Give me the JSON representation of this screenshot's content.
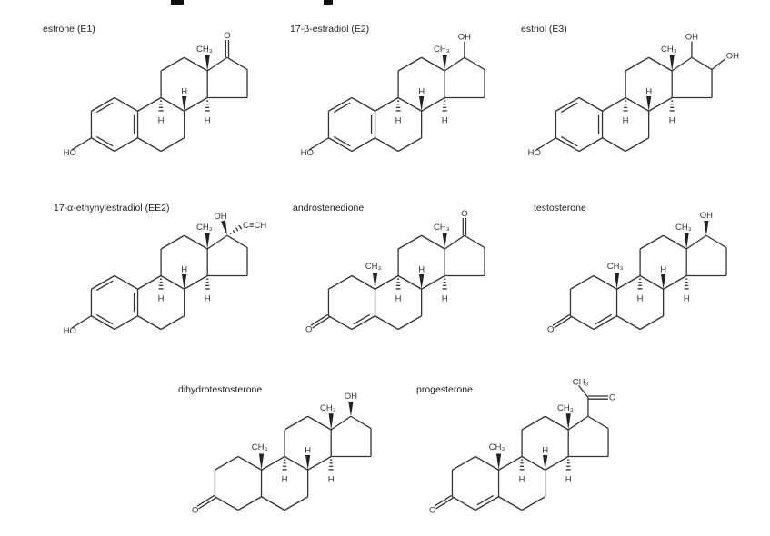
{
  "compounds": [
    {
      "name": "estrone (E1)"
    },
    {
      "name": "17-β-estradiol (E2)"
    },
    {
      "name": "estriol (E3)"
    },
    {
      "name": "17-α-ethynylestradiol (EE2)"
    },
    {
      "name": "androstenedione"
    },
    {
      "name": "testosterone"
    },
    {
      "name": "dihydrotestosterone"
    },
    {
      "name": "progesterone"
    }
  ],
  "atom_labels": {
    "methyl": "CH₃",
    "hydrogen": "H",
    "hydroxyl": "OH",
    "hydroxyl_left": "HO",
    "oxygen": "O",
    "ethynyl": "C≡CH"
  }
}
